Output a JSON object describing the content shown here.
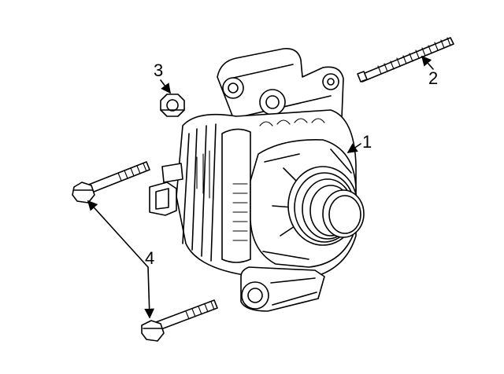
{
  "diagram": {
    "callouts": [
      {
        "id": "1",
        "label": "1",
        "part": "alternator"
      },
      {
        "id": "2",
        "label": "2",
        "part": "stud"
      },
      {
        "id": "3",
        "label": "3",
        "part": "nut"
      },
      {
        "id": "4",
        "label": "4",
        "part": "bolts"
      }
    ],
    "colors": {
      "line": "#000000",
      "background": "#ffffff"
    }
  }
}
